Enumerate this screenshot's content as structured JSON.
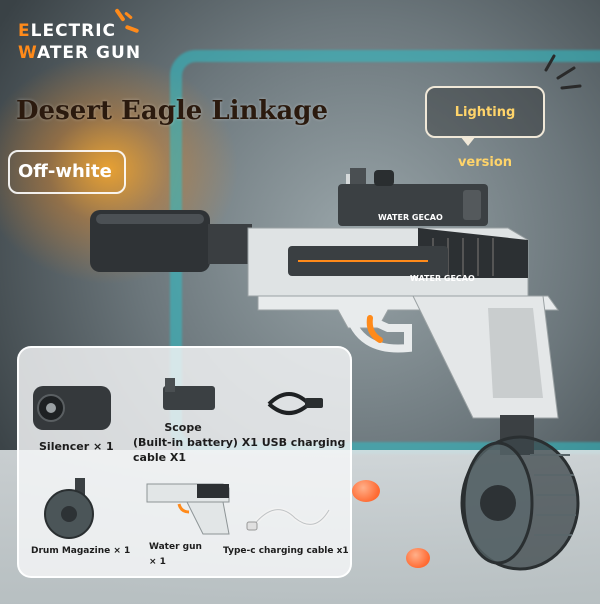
{
  "brand": {
    "line1_first": "E",
    "line1_rest": "LECTRIC",
    "line2_first": "W",
    "line2_rest": "ATER GUN"
  },
  "product": {
    "title": "Desert Eagle Linkage",
    "color_tag": "Off-white",
    "lighting_tag": "Lighting version",
    "scope_text": "WATER GECAO",
    "slide_text": "WATER GECAO"
  },
  "accessories": {
    "silencer": "Silencer × 1",
    "scope": "Scope (Built-in battery) X1 USB charging cable X1",
    "scope_line1": "Scope",
    "scope_line2": "(Built-in battery) X1 USB charging",
    "scope_line3": "cable X1",
    "drum_magazine": "Drum Magazine × 1",
    "water_gun_line1": "Water gun",
    "water_gun_line2": "× 1",
    "typec_cable": "Type-c charging cable x1"
  },
  "colors": {
    "accent_orange": "#ff8a1a",
    "frame_cyan": "#2cc0c8",
    "title_brown": "#2b1a0e",
    "lighting_yellow": "#ffd46a"
  }
}
